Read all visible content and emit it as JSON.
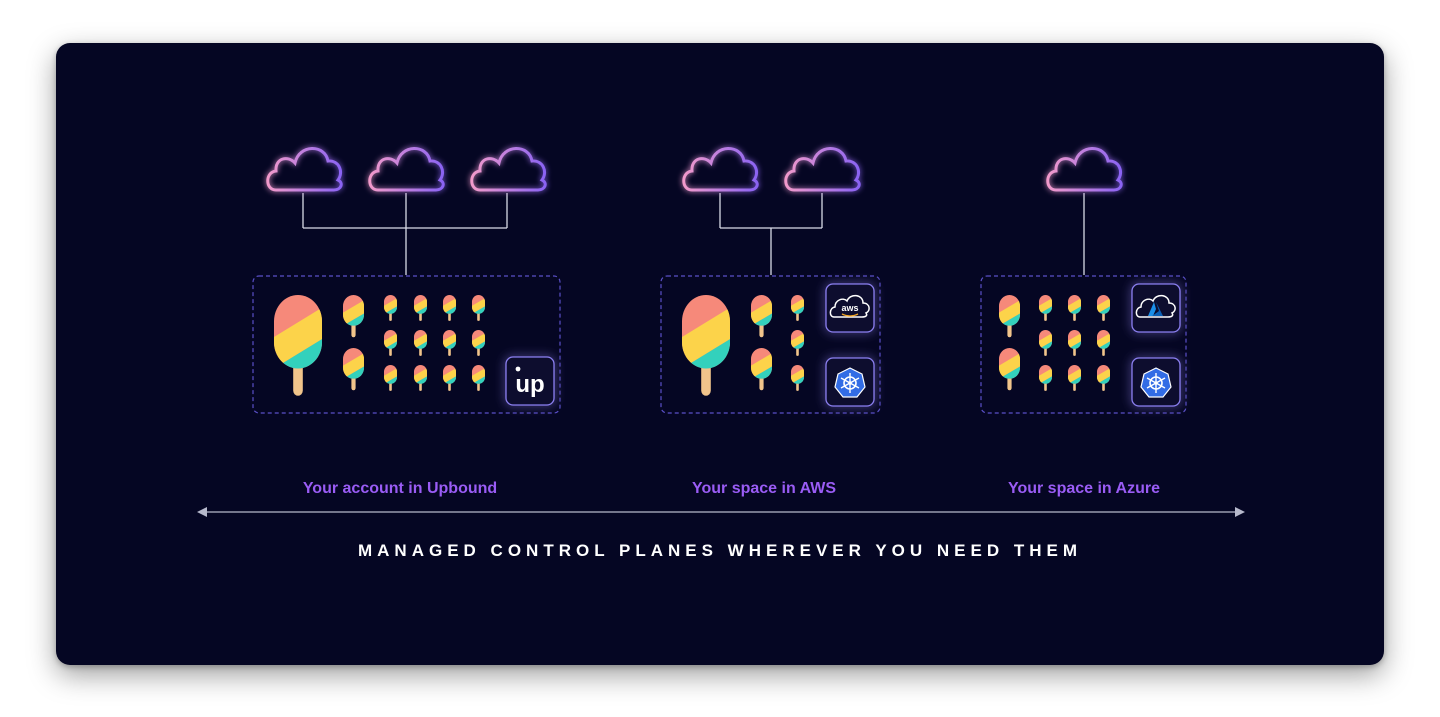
{
  "sections": [
    {
      "label": "Your account in Upbound",
      "clouds": 3,
      "badges": [
        "upbound-logo"
      ]
    },
    {
      "label": "Your space in AWS",
      "clouds": 2,
      "badges": [
        "aws-logo",
        "kubernetes-logo"
      ]
    },
    {
      "label": "Your space in Azure",
      "clouds": 1,
      "badges": [
        "azure-logo",
        "kubernetes-logo"
      ]
    }
  ],
  "badge_texts": {
    "upbound": "up",
    "aws": "aws"
  },
  "tagline": "MANAGED CONTROL PLANES WHEREVER YOU NEED THEM",
  "colors": {
    "background": "#050623",
    "label": "#9a5cf5",
    "cloud_pink": "#f29acb",
    "cloud_purple": "#8a63f3",
    "box_border": "#5a4fc8",
    "stripe_coral": "#f6897a",
    "stripe_yellow": "#fcd34a",
    "stripe_teal": "#33d1bc",
    "stick": "#f1c48b",
    "kubernetes_blue": "#326ce5",
    "azure_blue": "#0d7bd8"
  }
}
